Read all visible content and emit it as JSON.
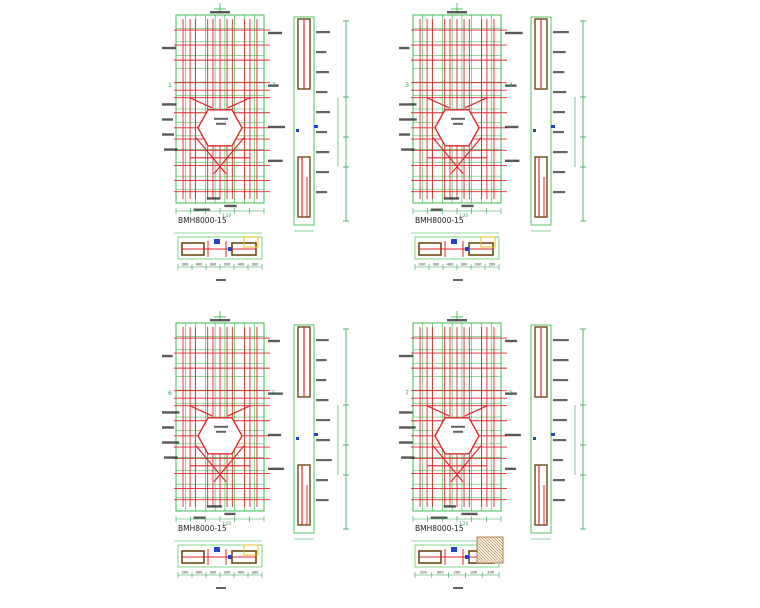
{
  "drawing": {
    "colors": {
      "background": "#ffffff",
      "rebar": "#e0262c",
      "grid": "#28b83a",
      "outline": "#6a4a12",
      "dim": "#2ca04c",
      "blue": "#2244cc",
      "yellow": "#e8c21a",
      "hatch": "#9a6a2a"
    },
    "panels": [
      {
        "id": "p1",
        "title": "BMH8000-15",
        "index_label": "1",
        "side_index_label": "2",
        "section_dims": [
          "300",
          "400",
          "300",
          "200",
          "400",
          "300"
        ],
        "bottom_label": "1:20"
      },
      {
        "id": "p2",
        "title": "BMH8000-15",
        "index_label": "3",
        "side_index_label": "4",
        "section_dims": [
          "200",
          "300",
          "400",
          "300",
          "200",
          "200"
        ],
        "bottom_label": "1:20"
      },
      {
        "id": "p3",
        "title": "BMH8000-15",
        "index_label": "6",
        "side_index_label": "5",
        "section_dims": [
          "200",
          "400",
          "300",
          "200",
          "400",
          "300"
        ],
        "bottom_label": "1:20"
      },
      {
        "id": "p4",
        "title": "BMH8000-15",
        "index_label": "7",
        "side_index_label": "8",
        "section_dims": [
          "200",
          "300",
          "200",
          "300",
          "200"
        ],
        "bottom_label": "1:20"
      }
    ]
  }
}
